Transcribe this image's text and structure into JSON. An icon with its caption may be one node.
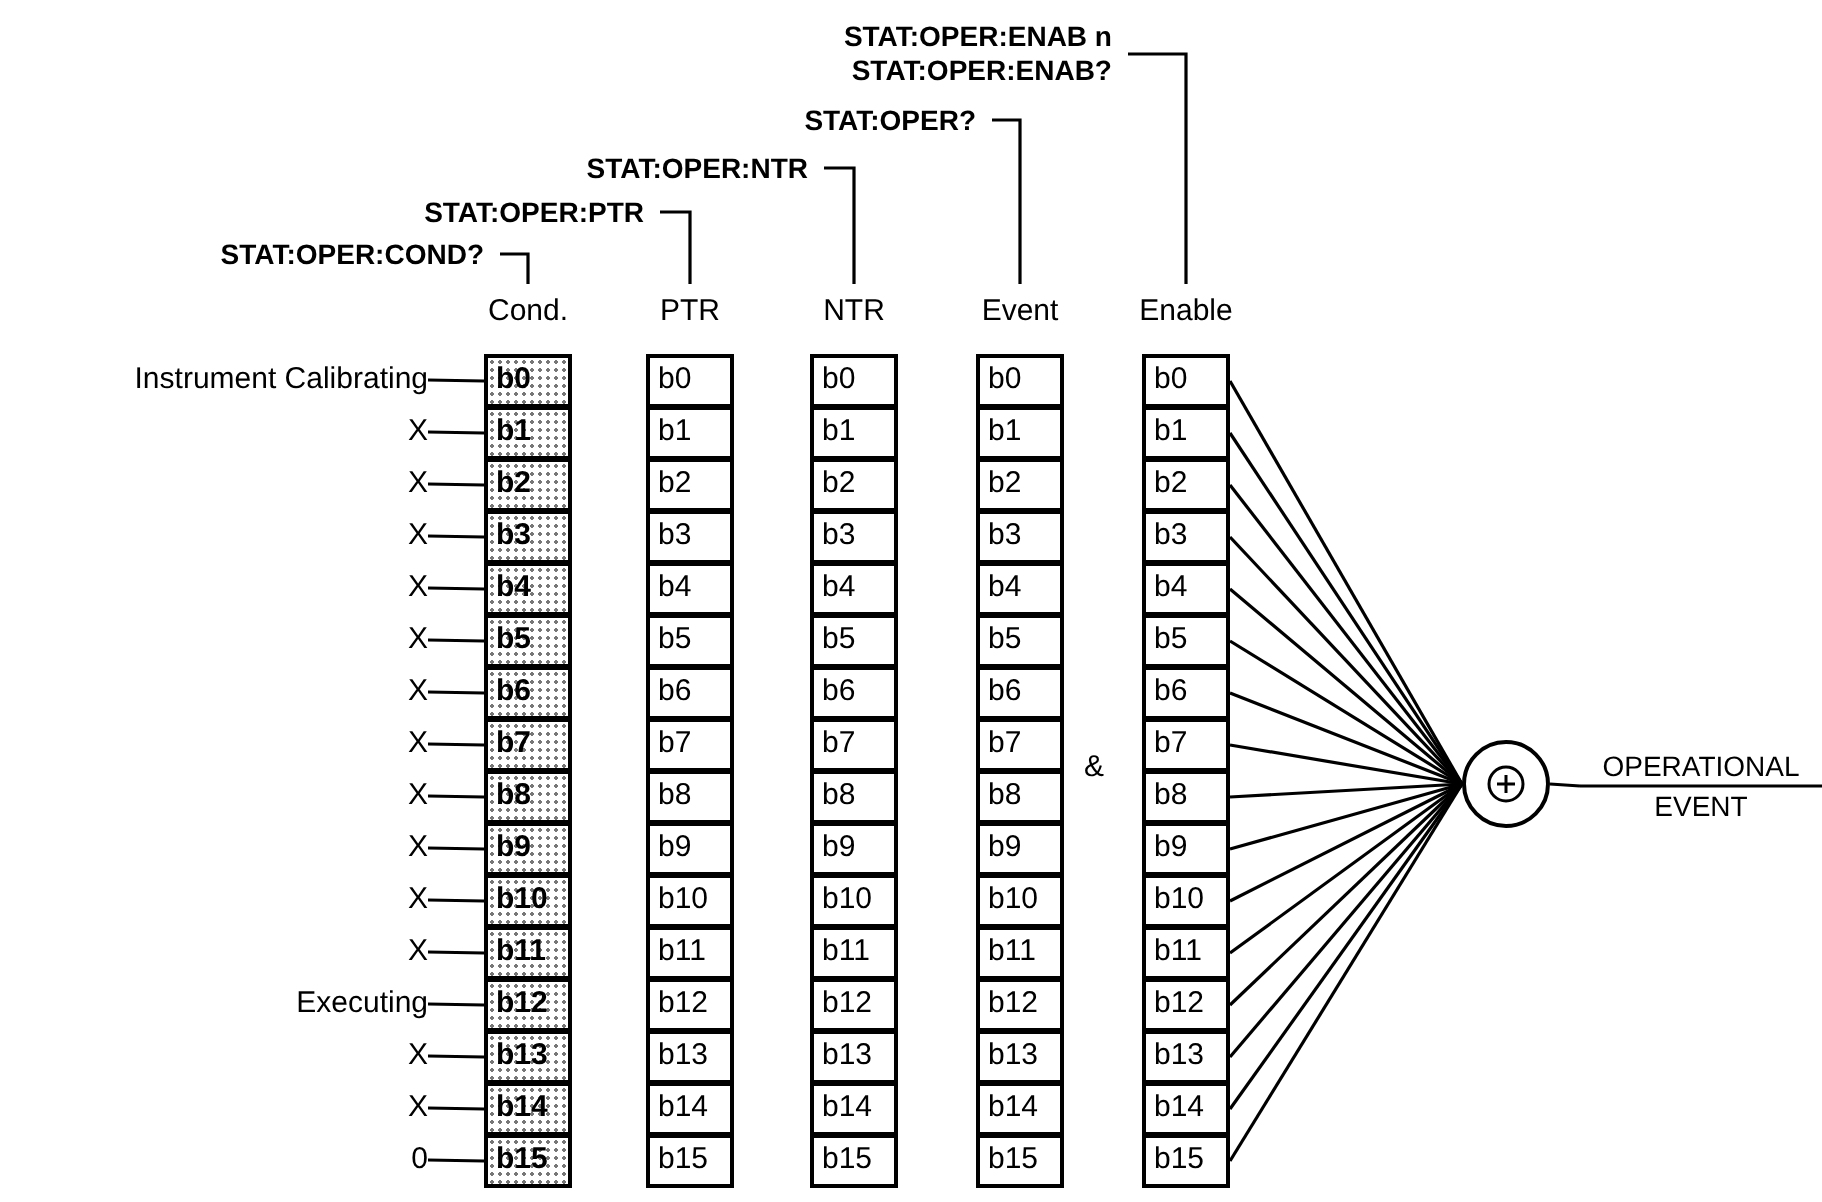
{
  "diagram": {
    "nodes": [
      {
        "text": [
          "STAT:OPER:COND?"
        ]
      },
      {
        "text": [
          "STAT:OPER:PTR"
        ]
      },
      {
        "text": [
          "STAT:OPER:NTR"
        ]
      },
      {
        "text": [
          "STAT:OPER?"
        ]
      },
      {
        "text": [
          "STAT:OPER:ENAB n",
          "STAT:OPER:ENAB?"
        ]
      },
      {
        "text": [
          "Cond."
        ]
      },
      {
        "text": [
          "PTR"
        ]
      },
      {
        "text": [
          "NTR"
        ]
      },
      {
        "text": [
          "Event"
        ]
      },
      {
        "text": [
          "Enable"
        ]
      },
      {
        "text": [
          "Instrument Calibrating"
        ]
      },
      {
        "text": [
          "b0"
        ]
      },
      {
        "text": [
          "b0"
        ]
      },
      {
        "text": [
          "b0"
        ]
      },
      {
        "text": [
          "b0"
        ]
      },
      {
        "text": [
          "b0"
        ]
      },
      {
        "text": [
          "X"
        ]
      },
      {
        "text": [
          "b1"
        ]
      },
      {
        "text": [
          "b1"
        ]
      },
      {
        "text": [
          "b1"
        ]
      },
      {
        "text": [
          "b1"
        ]
      },
      {
        "text": [
          "b1"
        ]
      },
      {
        "text": [
          "X"
        ]
      },
      {
        "text": [
          "b2"
        ]
      },
      {
        "text": [
          "b2"
        ]
      },
      {
        "text": [
          "b2"
        ]
      },
      {
        "text": [
          "b2"
        ]
      },
      {
        "text": [
          "b2"
        ]
      },
      {
        "text": [
          "X"
        ]
      },
      {
        "text": [
          "b3"
        ]
      },
      {
        "text": [
          "b3"
        ]
      },
      {
        "text": [
          "b3"
        ]
      },
      {
        "text": [
          "b3"
        ]
      },
      {
        "text": [
          "b3"
        ]
      },
      {
        "text": [
          "X"
        ]
      },
      {
        "text": [
          "b4"
        ]
      },
      {
        "text": [
          "b4"
        ]
      },
      {
        "text": [
          "b4"
        ]
      },
      {
        "text": [
          "b4"
        ]
      },
      {
        "text": [
          "b4"
        ]
      },
      {
        "text": [
          "X"
        ]
      },
      {
        "text": [
          "b5"
        ]
      },
      {
        "text": [
          "b5"
        ]
      },
      {
        "text": [
          "b5"
        ]
      },
      {
        "text": [
          "b5"
        ]
      },
      {
        "text": [
          "b5"
        ]
      },
      {
        "text": [
          "X"
        ]
      },
      {
        "text": [
          "b6"
        ]
      },
      {
        "text": [
          "b6"
        ]
      },
      {
        "text": [
          "b6"
        ]
      },
      {
        "text": [
          "b6"
        ]
      },
      {
        "text": [
          "b6"
        ]
      },
      {
        "text": [
          "X"
        ]
      },
      {
        "text": [
          "b7"
        ]
      },
      {
        "text": [
          "b7"
        ]
      },
      {
        "text": [
          "b7"
        ]
      },
      {
        "text": [
          "b7"
        ]
      },
      {
        "text": [
          "b7"
        ]
      },
      {
        "text": [
          "X"
        ]
      },
      {
        "text": [
          "b8"
        ]
      },
      {
        "text": [
          "b8"
        ]
      },
      {
        "text": [
          "b8"
        ]
      },
      {
        "text": [
          "b8"
        ]
      },
      {
        "text": [
          "b8"
        ]
      },
      {
        "text": [
          "X"
        ]
      },
      {
        "text": [
          "b9"
        ]
      },
      {
        "text": [
          "b9"
        ]
      },
      {
        "text": [
          "b9"
        ]
      },
      {
        "text": [
          "b9"
        ]
      },
      {
        "text": [
          "b9"
        ]
      },
      {
        "text": [
          "X"
        ]
      },
      {
        "text": [
          "b10"
        ]
      },
      {
        "text": [
          "b10"
        ]
      },
      {
        "text": [
          "b10"
        ]
      },
      {
        "text": [
          "b10"
        ]
      },
      {
        "text": [
          "b10"
        ]
      },
      {
        "text": [
          "X"
        ]
      },
      {
        "text": [
          "b11"
        ]
      },
      {
        "text": [
          "b11"
        ]
      },
      {
        "text": [
          "b11"
        ]
      },
      {
        "text": [
          "b11"
        ]
      },
      {
        "text": [
          "b11"
        ]
      },
      {
        "text": [
          "Executing"
        ]
      },
      {
        "text": [
          "b12"
        ]
      },
      {
        "text": [
          "b12"
        ]
      },
      {
        "text": [
          "b12"
        ]
      },
      {
        "text": [
          "b12"
        ]
      },
      {
        "text": [
          "b12"
        ]
      },
      {
        "text": [
          "X"
        ]
      },
      {
        "text": [
          "b13"
        ]
      },
      {
        "text": [
          "b13"
        ]
      },
      {
        "text": [
          "b13"
        ]
      },
      {
        "text": [
          "b13"
        ]
      },
      {
        "text": [
          "b13"
        ]
      },
      {
        "text": [
          "X"
        ]
      },
      {
        "text": [
          "b14"
        ]
      },
      {
        "text": [
          "b14"
        ]
      },
      {
        "text": [
          "b14"
        ]
      },
      {
        "text": [
          "b14"
        ]
      },
      {
        "text": [
          "b14"
        ]
      },
      {
        "text": [
          "0"
        ]
      },
      {
        "text": [
          "b15"
        ]
      },
      {
        "text": [
          "b15"
        ]
      },
      {
        "text": [
          "b15"
        ]
      },
      {
        "text": [
          "b15"
        ]
      },
      {
        "text": [
          "b15"
        ]
      },
      {
        "text": [],
        "shape": "circle"
      },
      {
        "text": [
          "OPERATIONAL EVENT"
        ]
      }
    ],
    "edges": [
      {
        "from": 0,
        "to": 5,
        "arrow": "none"
      },
      {
        "from": 1,
        "to": 6,
        "arrow": "none"
      },
      {
        "from": 2,
        "to": 7,
        "arrow": "none"
      },
      {
        "from": 3,
        "to": 8,
        "arrow": "none"
      },
      {
        "from": 4,
        "to": 9,
        "arrow": "none"
      },
      {
        "from": 10,
        "to": 11,
        "arrow": "none"
      },
      {
        "from": 16,
        "to": 17,
        "arrow": "none"
      },
      {
        "from": 22,
        "to": 23,
        "arrow": "none"
      },
      {
        "from": 28,
        "to": 29,
        "arrow": "none"
      },
      {
        "from": 34,
        "to": 35,
        "arrow": "none"
      },
      {
        "from": 40,
        "to": 41,
        "arrow": "none"
      },
      {
        "from": 46,
        "to": 47,
        "arrow": "none"
      },
      {
        "from": 52,
        "to": 53,
        "arrow": "none"
      },
      {
        "from": 58,
        "to": 59,
        "arrow": "none"
      },
      {
        "from": 64,
        "to": 65,
        "arrow": "none"
      },
      {
        "from": 70,
        "to": 71,
        "arrow": "none"
      },
      {
        "from": 76,
        "to": 77,
        "arrow": "none"
      },
      {
        "from": 82,
        "to": 83,
        "arrow": "none"
      },
      {
        "from": 88,
        "to": 89,
        "arrow": "none"
      },
      {
        "from": 94,
        "to": 95,
        "arrow": "none"
      },
      {
        "from": 100,
        "to": 101,
        "arrow": "none"
      },
      {
        "from": 15,
        "to": 106,
        "arrow": "none"
      },
      {
        "from": 21,
        "to": 106,
        "arrow": "none"
      },
      {
        "from": 27,
        "to": 106,
        "arrow": "none"
      },
      {
        "from": 33,
        "to": 106,
        "arrow": "none"
      },
      {
        "from": 39,
        "to": 106,
        "arrow": "none"
      },
      {
        "from": 45,
        "to": 106,
        "arrow": "none"
      },
      {
        "from": 51,
        "to": 106,
        "arrow": "none"
      },
      {
        "from": 57,
        "to": 106,
        "arrow": "none"
      },
      {
        "from": 63,
        "to": 106,
        "arrow": "none"
      },
      {
        "from": 69,
        "to": 106,
        "arrow": "none"
      },
      {
        "from": 75,
        "to": 106,
        "arrow": "none"
      },
      {
        "from": 81,
        "to": 106,
        "arrow": "none"
      },
      {
        "from": 87,
        "to": 106,
        "arrow": "none"
      },
      {
        "from": 93,
        "to": 106,
        "arrow": "none"
      },
      {
        "from": 99,
        "to": 106,
        "arrow": "none"
      },
      {
        "from": 105,
        "to": 106,
        "arrow": "none"
      },
      {
        "from": 106,
        "to": 107,
        "arrow": "none"
      }
    ],
    "labels": [
      "&"
    ]
  }
}
